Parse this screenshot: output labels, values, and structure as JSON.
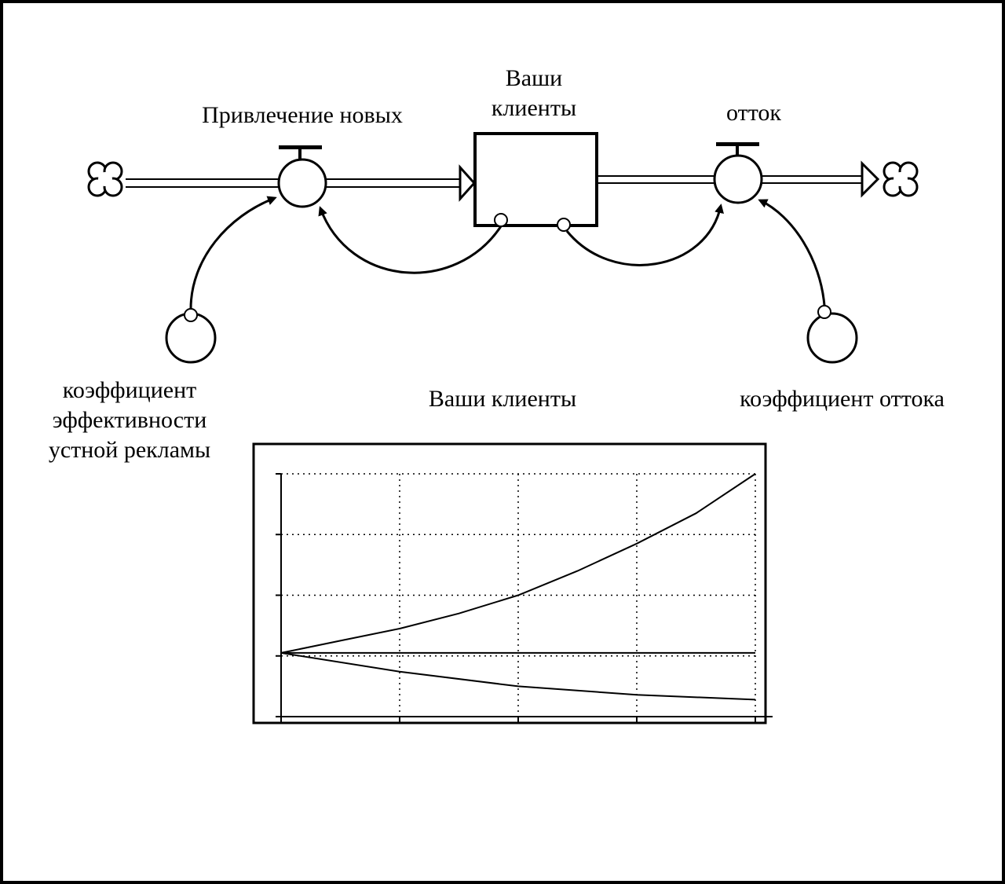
{
  "diagram": {
    "stock": {
      "label_line1": "Ваши",
      "label_line2": "клиенты"
    },
    "inflow": {
      "label": "Привлечение новых"
    },
    "outflow": {
      "label": "отток"
    },
    "inflow_coefficient": {
      "label_line1": "коэффициент",
      "label_line2": "эффективности",
      "label_line3": "устной рекламы"
    },
    "outflow_coefficient": {
      "label": "коэффициент оттока"
    }
  },
  "chart_data": {
    "type": "line",
    "title": "Ваши клиенты",
    "xlabel": "",
    "ylabel": "",
    "xlim": [
      0,
      4
    ],
    "ylim": [
      0,
      4
    ],
    "grid": true,
    "series": [
      {
        "x": [
          0,
          0.5,
          1,
          1.5,
          2,
          2.5,
          3,
          3.5,
          4
        ],
        "y": [
          1.05,
          1.25,
          1.45,
          1.7,
          2.0,
          2.4,
          2.85,
          3.35,
          4.0
        ]
      },
      {
        "x": [
          0,
          4
        ],
        "y": [
          1.05,
          1.05
        ]
      },
      {
        "x": [
          0,
          1,
          2,
          3,
          4
        ],
        "y": [
          1.05,
          0.74,
          0.5,
          0.36,
          0.28
        ]
      }
    ]
  },
  "colors": {
    "line": "#000000",
    "background": "#ffffff",
    "border": "#000000"
  }
}
